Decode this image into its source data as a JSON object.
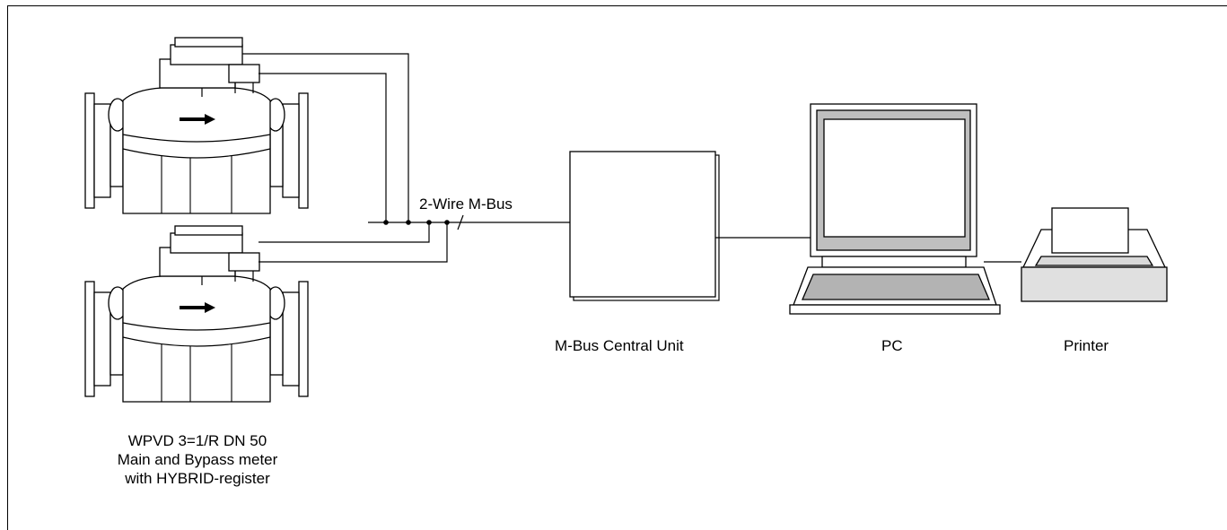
{
  "bus_label": "2-Wire M-Bus",
  "central_unit_label": "M-Bus Central Unit",
  "pc_label": "PC",
  "printer_label": "Printer",
  "meter_caption": {
    "line1": "WPVD 3=1/R DN 50",
    "line2": "Main and Bypass meter",
    "line3": "with HYBRID-register"
  },
  "colors": {
    "line": "#000000",
    "body_fill": "#ffffff",
    "screen_bezel": "#bfbfbf",
    "keyboard": "#b3b3b3",
    "printer_body": "#e0e0e0"
  }
}
